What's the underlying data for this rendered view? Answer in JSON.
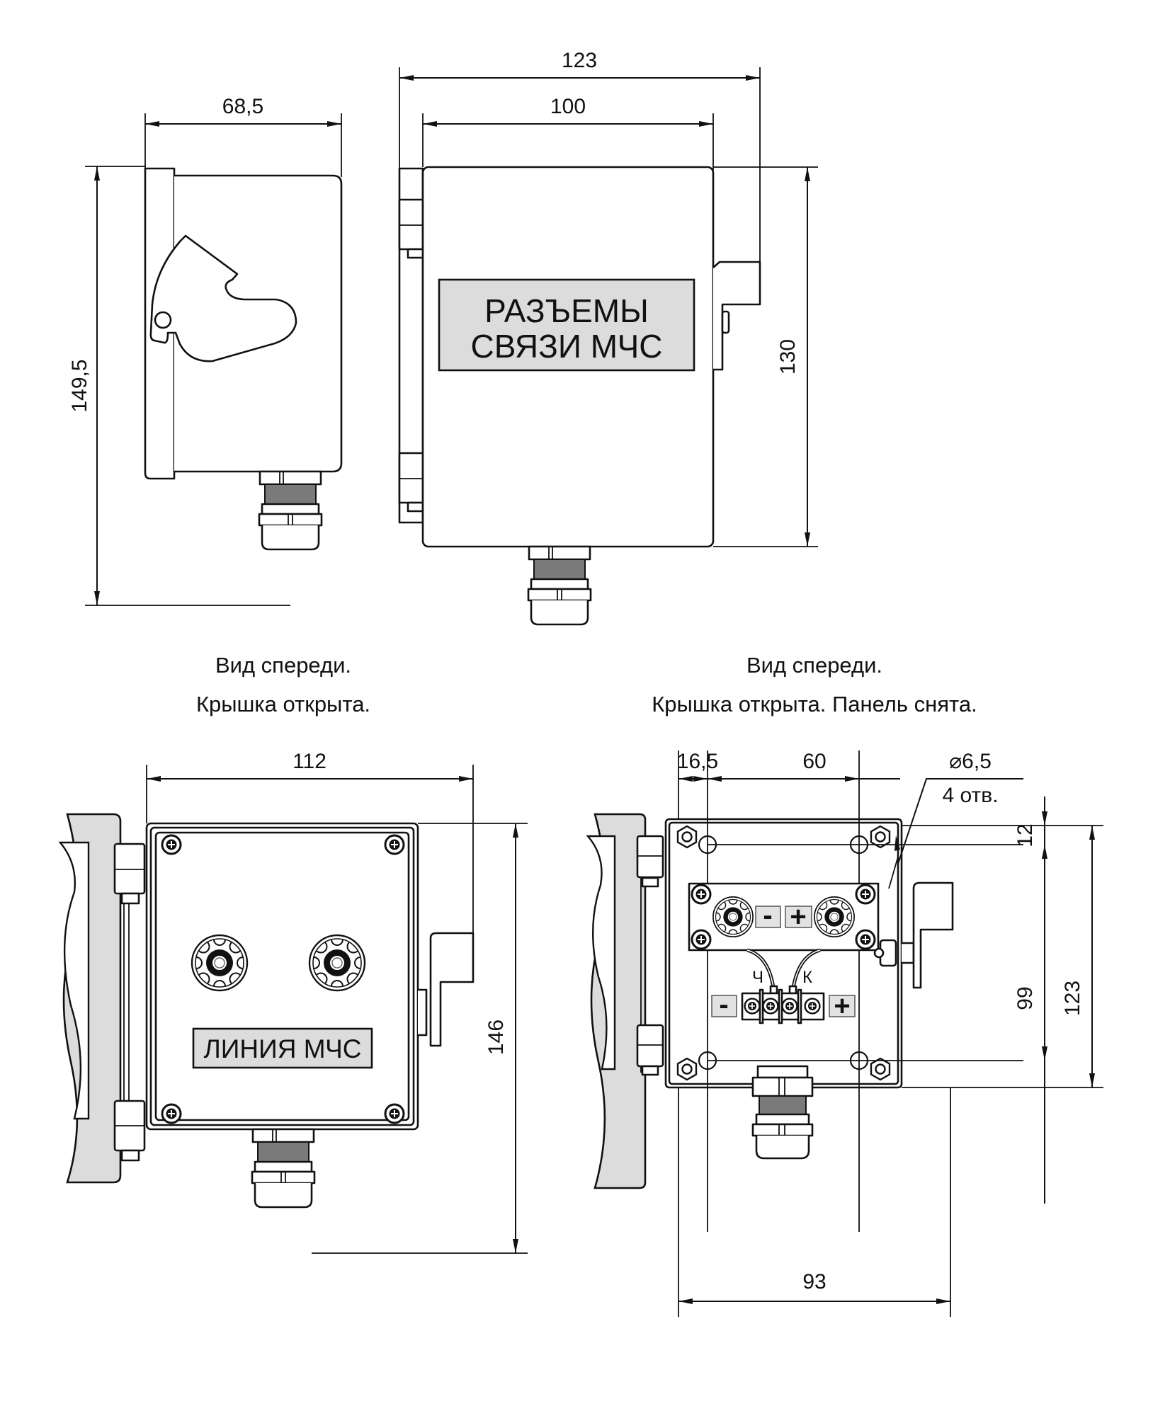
{
  "drawing": {
    "title": "Разъемы связи МЧС — габаритный чертеж",
    "colors": {
      "line": "#111111",
      "plate_fill": "#dcdcdc",
      "background": "#ffffff"
    },
    "views": {
      "side": {
        "dims": {
          "width": "68,5",
          "height": "149,5"
        }
      },
      "front_closed": {
        "plate_line1": "РАЗЪЕМЫ",
        "plate_line2": "СВЯЗИ МЧС",
        "dims": {
          "overall_width": "123",
          "body_width": "100",
          "height": "130"
        }
      },
      "front_lid_open": {
        "caption_line1": "Вид спереди.",
        "caption_line2": "Крышка открыта.",
        "plate_label": "ЛИНИЯ МЧС",
        "dims": {
          "width": "112",
          "height": "146"
        }
      },
      "front_panel_removed": {
        "caption_line1": "Вид спереди.",
        "caption_line2": "Крышка открыта. Панель снята.",
        "dims": {
          "offset": "16,5",
          "hole_spacing_x": "60",
          "hole_diameter": "⌀6,5",
          "hole_count": "4 отв.",
          "top_offset": "12",
          "hole_spacing_y": "99",
          "height": "123",
          "width": "93"
        },
        "panel_signs": {
          "minus": "-",
          "plus": "+"
        },
        "terminal_signs": {
          "minus": "-",
          "plus": "+"
        },
        "wire_labels": {
          "left": "Ч",
          "right": "К"
        }
      }
    }
  }
}
